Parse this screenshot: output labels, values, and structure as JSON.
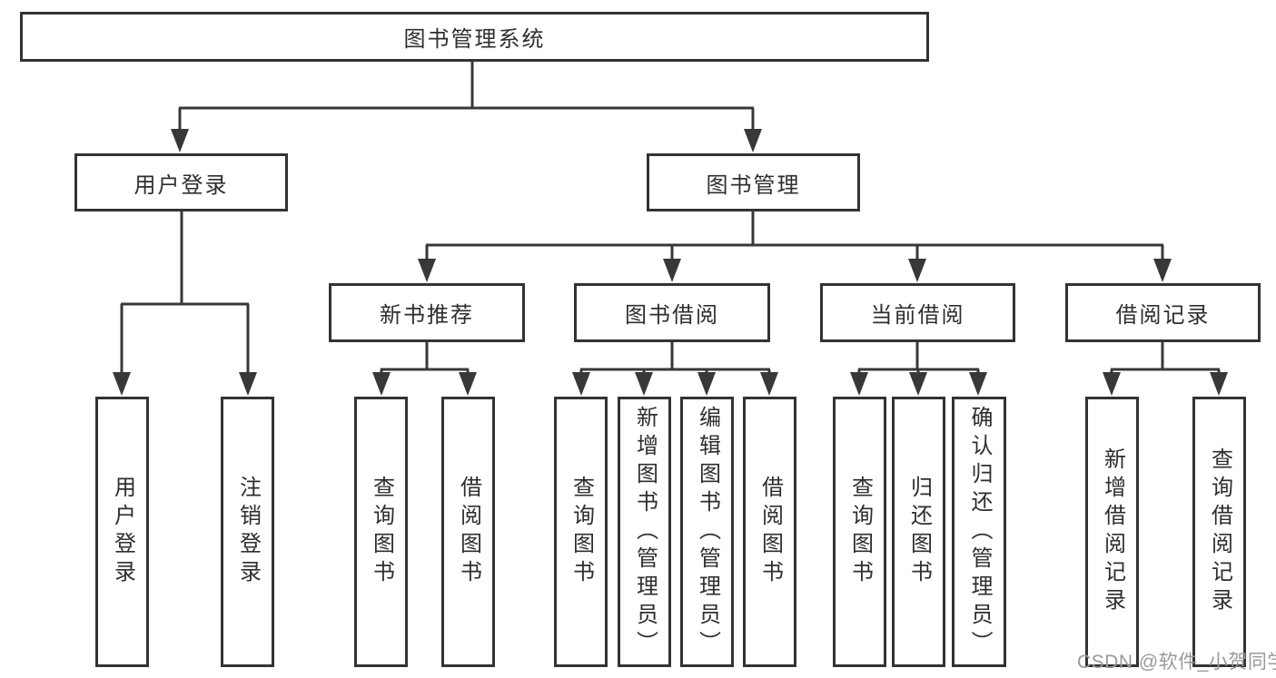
{
  "diagram": {
    "type": "hierarchy-tree",
    "title": "图书管理系统"
  },
  "nodes": {
    "root": "图书管理系统",
    "user_login": "用户登录",
    "book_management": "图书管理",
    "new_book_recommendation": "新书推荐",
    "book_borrowing": "图书借阅",
    "current_borrowing": "当前借阅",
    "borrowing_records": "借阅记录",
    "leaf_user_login": "用户登录",
    "leaf_logout": "注销登录",
    "leaf_nbr_query_books": "查询图书",
    "leaf_nbr_borrow_books": "借阅图书",
    "leaf_bb_query_books": "查询图书",
    "leaf_bb_add_books_admin": "新增图书（管理员）",
    "leaf_bb_edit_books_admin": "编辑图书（管理员）",
    "leaf_bb_borrow_books": "借阅图书",
    "leaf_cb_query_books": "查询图书",
    "leaf_cb_return_books": "归还图书",
    "leaf_cb_confirm_return_admin": "确认归还（管理员）",
    "leaf_br_add_record": "新增借阅记录",
    "leaf_br_query_record": "查询借阅记录"
  },
  "hierarchy": [
    {
      "parent": "图书管理系统",
      "children": [
        "用户登录",
        "图书管理"
      ]
    },
    {
      "parent": "用户登录",
      "children": [
        "用户登录",
        "注销登录"
      ]
    },
    {
      "parent": "图书管理",
      "children": [
        "新书推荐",
        "图书借阅",
        "当前借阅",
        "借阅记录"
      ]
    },
    {
      "parent": "新书推荐",
      "children": [
        "查询图书",
        "借阅图书"
      ]
    },
    {
      "parent": "图书借阅",
      "children": [
        "查询图书",
        "新增图书（管理员）",
        "编辑图书（管理员）",
        "借阅图书"
      ]
    },
    {
      "parent": "当前借阅",
      "children": [
        "查询图书",
        "归还图书",
        "确认归还（管理员）"
      ]
    },
    {
      "parent": "借阅记录",
      "children": [
        "新增借阅记录",
        "查询借阅记录"
      ]
    }
  ],
  "watermark": "CSDN @软件_小贺同学",
  "colors": {
    "line": "#383838",
    "box_border": "#333333",
    "text": "#2e2e2e",
    "watermark": "#9a9a9a",
    "background": "#ffffff"
  }
}
